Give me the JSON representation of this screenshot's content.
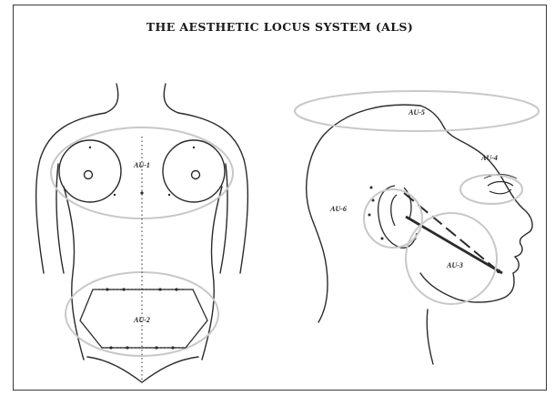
{
  "title": "THE AESTHETIC LOCUS SYSTEM (ALS)",
  "units": {
    "breast": "AU-1",
    "abdomen": "AU-2",
    "jaw": "AU-3",
    "eye": "AU-4",
    "scalp": "AU-5",
    "ear": "AU-6"
  },
  "colors": {
    "line": "#2b2b2b",
    "halo": "#c8c8c8",
    "text": "#1a1a1a"
  }
}
